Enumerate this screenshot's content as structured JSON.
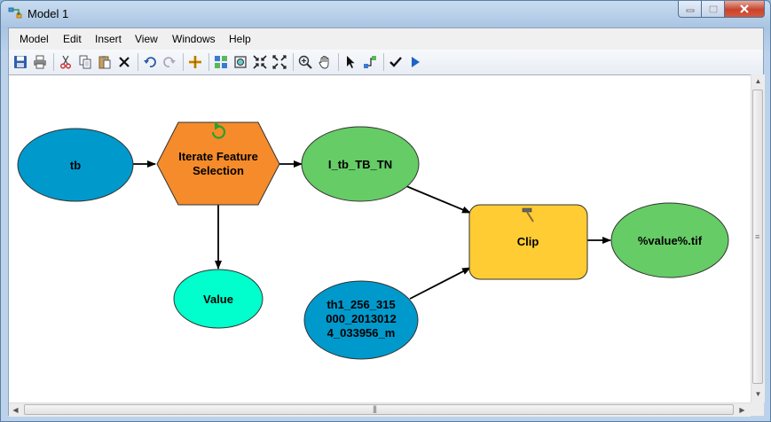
{
  "window": {
    "title": "Model 1"
  },
  "menu": [
    "Model",
    "Edit",
    "Insert",
    "View",
    "Windows",
    "Help"
  ],
  "toolbar": {
    "icons": [
      "save-icon",
      "print-icon",
      "cut-icon",
      "copy-icon",
      "paste-icon",
      "delete-icon",
      "undo-icon",
      "redo-icon",
      "add-data-icon",
      "auto-layout-icon",
      "full-extent-icon",
      "fixed-zoom-in-icon",
      "fixed-zoom-out-icon",
      "zoom-in-icon",
      "pan-icon",
      "select-icon",
      "connect-icon",
      "validate-icon",
      "run-icon"
    ]
  },
  "model": {
    "nodes": {
      "tb": "tb",
      "iterate_line1": "Iterate Feature",
      "iterate_line2": "Selection",
      "i_tb": "I_tb_TB_TN",
      "value": "Value",
      "clip": "Clip",
      "raster_line1": "th1_256_315",
      "raster_line2": "000_2013012",
      "raster_line3": "4_033956_m",
      "output": "%value%.tif"
    },
    "colors": {
      "input_blue": "#0099cc",
      "tool_orange": "#f58b2a",
      "derived_green": "#66cc66",
      "value_cyan": "#00ffcc",
      "tool_yellow": "#ffcc33"
    }
  }
}
